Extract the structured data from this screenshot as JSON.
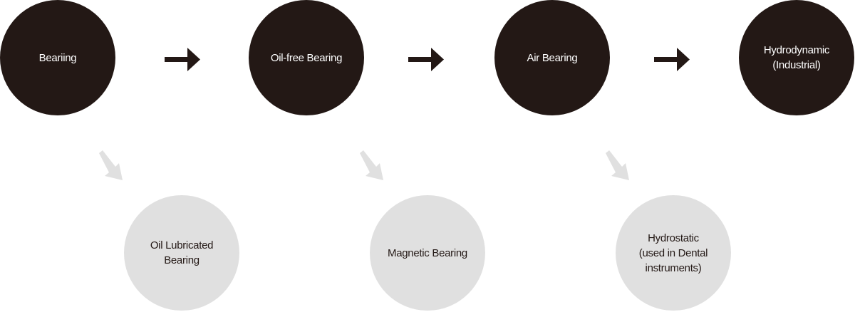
{
  "colors": {
    "primary": "#231815",
    "secondary": "#e0e0e0"
  },
  "main_flow": [
    {
      "label": "Beariing"
    },
    {
      "label": "Oil-free Bearing"
    },
    {
      "label": "Air Bearing"
    },
    {
      "label": "Hydrodynamic\n(Industrial)"
    }
  ],
  "branches": [
    {
      "label": "Oil Lubricated\nBearing"
    },
    {
      "label": "Magnetic Bearing"
    },
    {
      "label": "Hydrostatic\n(used in Dental\ninstruments)"
    }
  ]
}
